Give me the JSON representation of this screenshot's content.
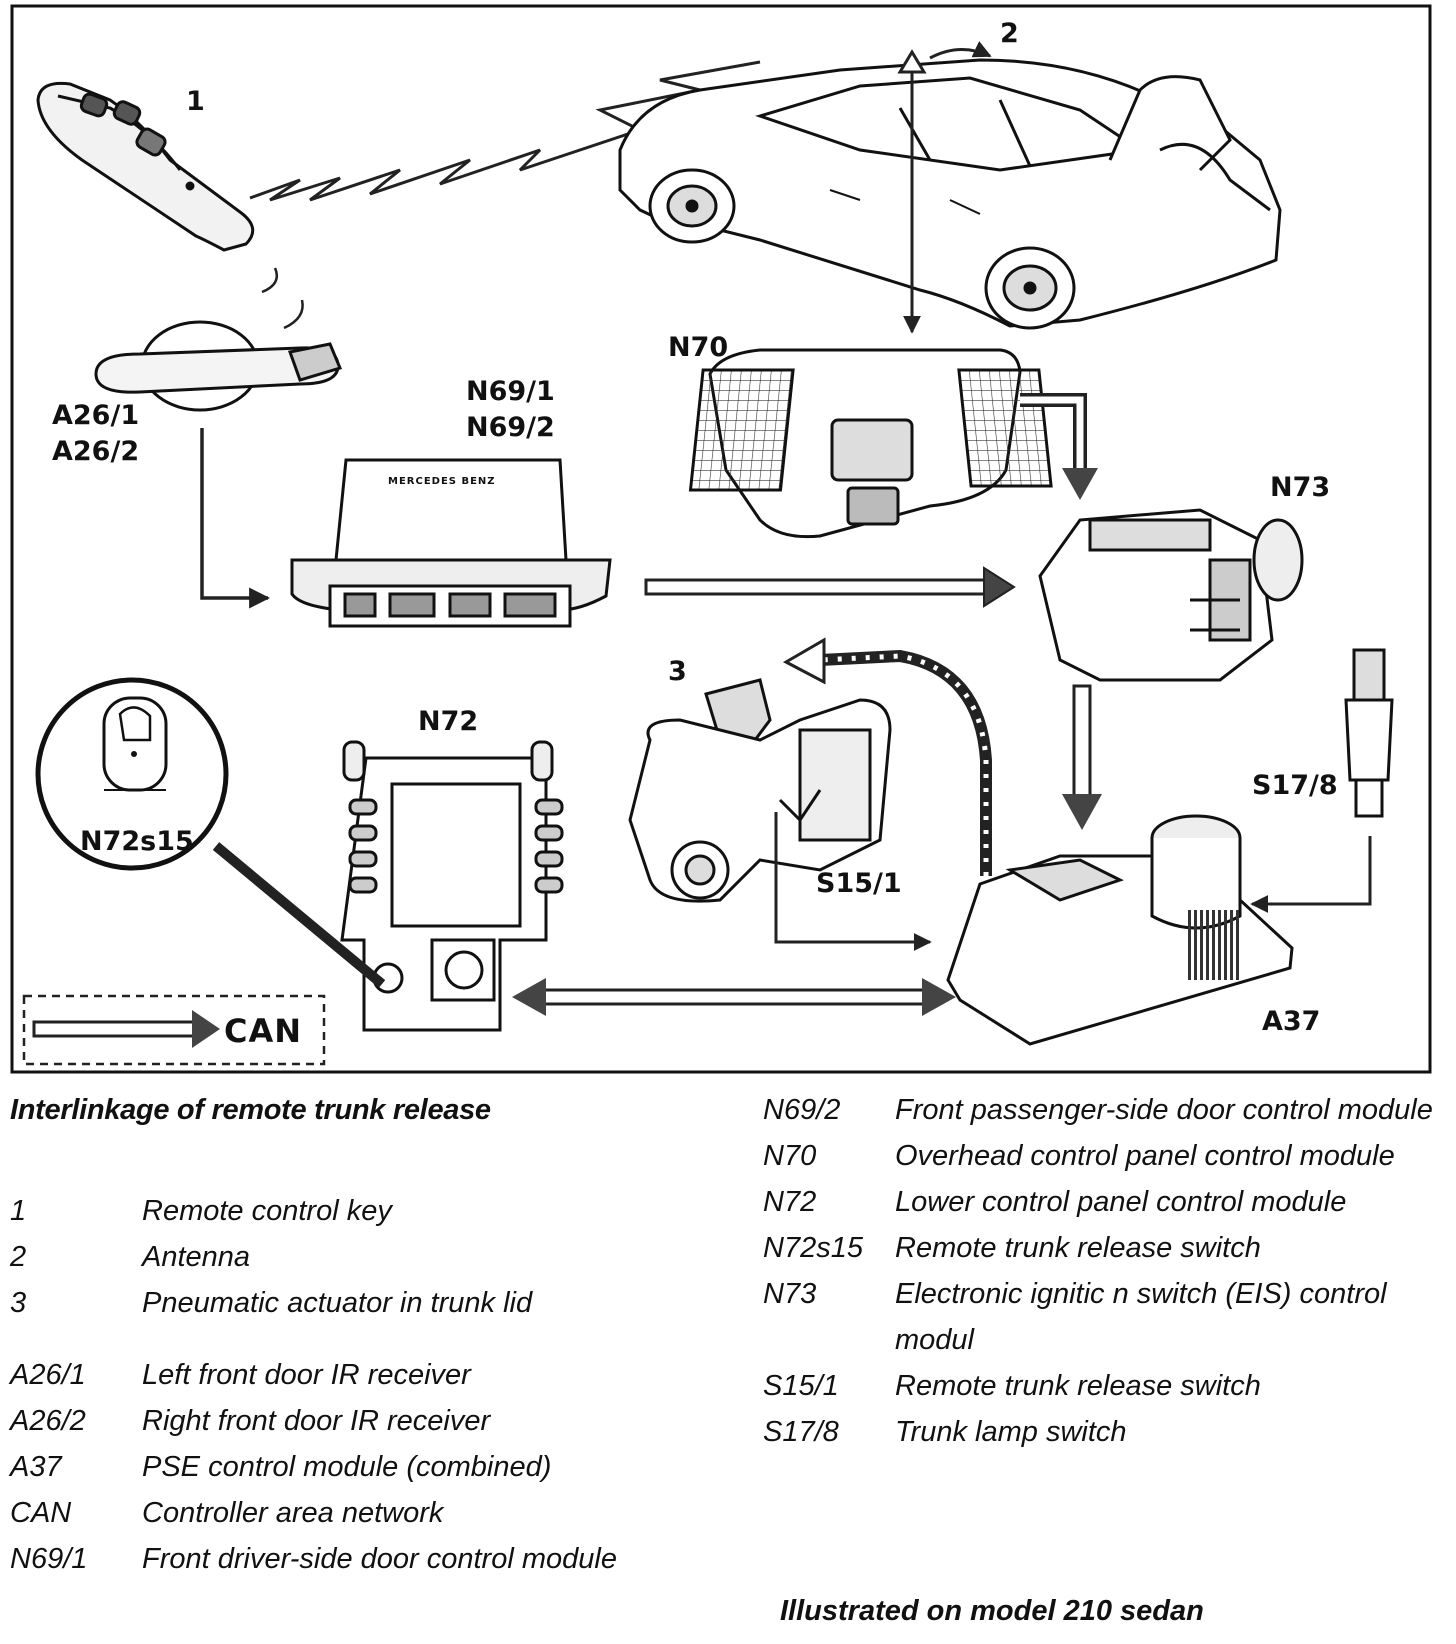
{
  "diagram": {
    "labels": {
      "n1": "1",
      "n2": "2",
      "n3": "3",
      "a26": "A26/1",
      "a26b": "A26/2",
      "n69a": "N69/1",
      "n69b": "N69/2",
      "n70": "N70",
      "n73": "N73",
      "n72": "N72",
      "n72s15": "N72s15",
      "s15_1": "S15/1",
      "s17_8": "S17/8",
      "a37": "A37",
      "module_brand": "MERCEDES BENZ"
    },
    "can_legend": "CAN"
  },
  "caption": "Interlinkage of remote trunk release",
  "legend_left": [
    {
      "code": "1",
      "desc": "Remote control key"
    },
    {
      "code": "2",
      "desc": "Antenna"
    },
    {
      "code": "3",
      "desc": "Pneumatic actuator in trunk lid"
    },
    {
      "code": "A26/1",
      "desc": "Left front door IR receiver"
    },
    {
      "code": "A26/2",
      "desc": "Right front door IR receiver"
    },
    {
      "code": "A37",
      "desc": "PSE control module (combined)"
    },
    {
      "code": "CAN",
      "desc": "Controller area network"
    },
    {
      "code": "N69/1",
      "desc": "Front driver-side door control module"
    }
  ],
  "legend_right": [
    {
      "code": "N69/2",
      "desc": "Front passenger-side door control module"
    },
    {
      "code": "N70",
      "desc": "Overhead control panel control module"
    },
    {
      "code": "N72",
      "desc": "Lower control panel control module"
    },
    {
      "code": "N72s15",
      "desc": "Remote trunk release switch"
    },
    {
      "code": "N73",
      "desc": "Electronic ignitic n switch (EIS) control modul"
    },
    {
      "code": "S15/1",
      "desc": "Remote trunk release switch"
    },
    {
      "code": "S17/8",
      "desc": "Trunk lamp switch"
    }
  ],
  "note": "Illustrated on model 210 sedan"
}
